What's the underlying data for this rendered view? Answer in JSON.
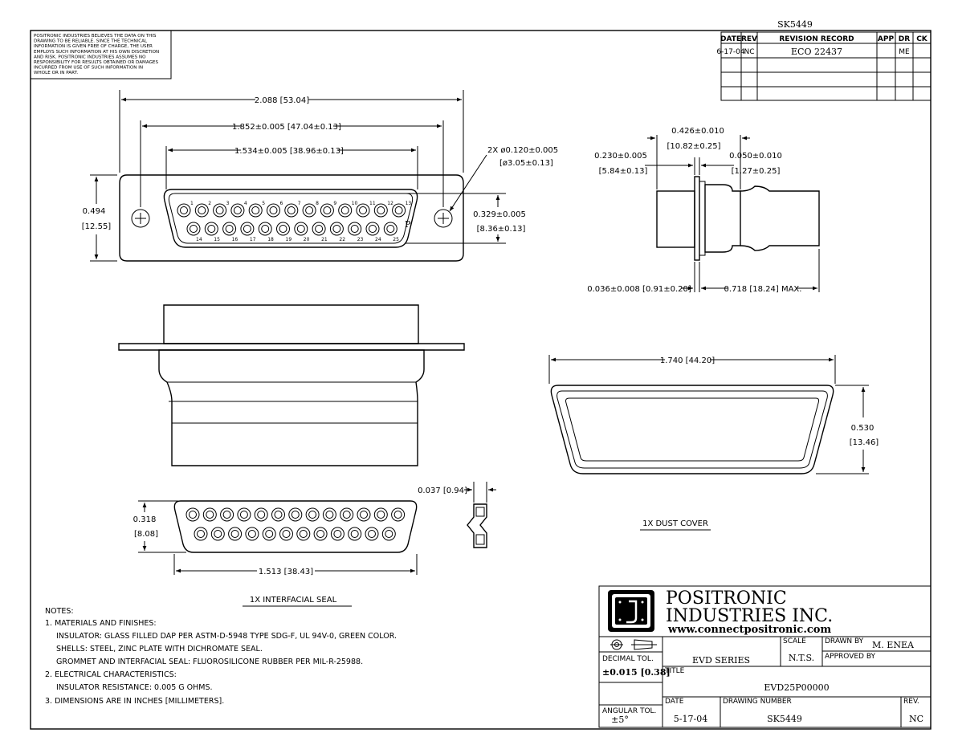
{
  "sheet_number_top": "SK5449",
  "disclaimer": [
    "POSITRONIC INDUSTRIES BELIEVES THE DATA ON THIS",
    "DRAWING TO BE RELIABLE. SINCE THE TECHNICAL",
    "INFORMATION IS GIVEN FREE OF CHARGE, THE USER",
    "EMPLOYS SUCH INFORMATION AT HIS OWN DISCRETION",
    "AND RISK. POSITRONIC INDUSTRIES ASSUMES NO",
    "RESPONSIBILITY FOR RESULTS OBTAINED OR DAMAGES",
    "INCURRED FROM USE OF SUCH INFORMATION IN",
    "WHOLE OR IN PART."
  ],
  "revision": {
    "headers": [
      "DATE",
      "REV",
      "REVISION RECORD",
      "APP",
      "DR",
      "CK"
    ],
    "rows": [
      {
        "date": "6-17-04",
        "rev": "NC",
        "record": "ECO 22437",
        "app": "",
        "dr": "ME",
        "ck": ""
      }
    ]
  },
  "dims": {
    "overall_width": "2.088 [53.04]",
    "mount_spacing": "1.852±0.005 [47.04±0.13]",
    "insulator_width": "1.534±0.005 [38.96±0.13]",
    "hole_note_1": "2X ø0.120±0.005",
    "hole_note_2": "[ø3.05±0.13]",
    "height_in": "0.494",
    "height_mm": "[12.55]",
    "row_pitch_in": "0.329±0.005",
    "row_pitch_mm": "[8.36±0.13]",
    "side_w_in": "0.426±0.010",
    "side_w_mm": "[10.82±0.25]",
    "side_a_in": "0.230±0.005",
    "side_a_mm": "[5.84±0.13]",
    "side_b_in": "0.050±0.010",
    "side_b_mm": "[1.27±0.25]",
    "flange_thk": "0.036±0.008 [0.91±0.20]",
    "max_len": "0.718 [18.24] MAX.",
    "cover_w": "1.740 [44.20]",
    "cover_h_in": "0.530",
    "cover_h_mm": "[13.46]",
    "seal_thk": "0.037 [0.94]",
    "seal_h_in": "0.318",
    "seal_h_mm": "[8.08]",
    "seal_w": "1.513 [38.43]"
  },
  "pin_numbers_top": [
    "1",
    "2",
    "3",
    "4",
    "5",
    "6",
    "7",
    "8",
    "9",
    "10",
    "11",
    "12",
    "13"
  ],
  "pin_numbers_bottom": [
    "14",
    "15",
    "16",
    "17",
    "18",
    "19",
    "20",
    "21",
    "22",
    "23",
    "24",
    "25"
  ],
  "labels": {
    "dust_cover": "1X DUST COVER",
    "interfacial_seal": "1X INTERFACIAL SEAL"
  },
  "notes": [
    "NOTES:",
    "1. MATERIALS AND FINISHES:",
    "INSULATOR: GLASS FILLED DAP PER ASTM-D-5948 TYPE SDG-F, UL 94V-0, GREEN COLOR.",
    "SHELLS: STEEL, ZINC PLATE WITH DICHROMATE SEAL.",
    "GROMMET AND INTERFACIAL SEAL:  FLUOROSILICONE RUBBER PER MIL-R-25988.",
    "2. ELECTRICAL CHARACTERISTICS:",
    "INSULATOR RESISTANCE: 0.005 G OHMS.",
    "3. DIMENSIONS ARE IN INCHES [MILLIMETERS]."
  ],
  "title_block": {
    "company_1": "POSITRONIC",
    "company_2": "INDUSTRIES INC.",
    "website": "www.connectpositronic.com",
    "series": "EVD SERIES",
    "scale_label": "SCALE",
    "scale": "N.T.S.",
    "drawn_label": "DRAWN BY",
    "drawn_by": "M. ENEA",
    "approved_label": "APPROVED BY",
    "decimal_label": "DECIMAL TOL.",
    "decimal_tol": "±0.015 [0.38]",
    "title_label": "TITLE",
    "title": "EVD25P00000",
    "angular_label": "ANGULAR TOL.",
    "angular_tol": "±5°",
    "date_label": "DATE",
    "date": "5-17-04",
    "drawing_label": "DRAWING NUMBER",
    "drawing_number": "SK5449",
    "rev_label": "REV.",
    "rev": "NC"
  }
}
